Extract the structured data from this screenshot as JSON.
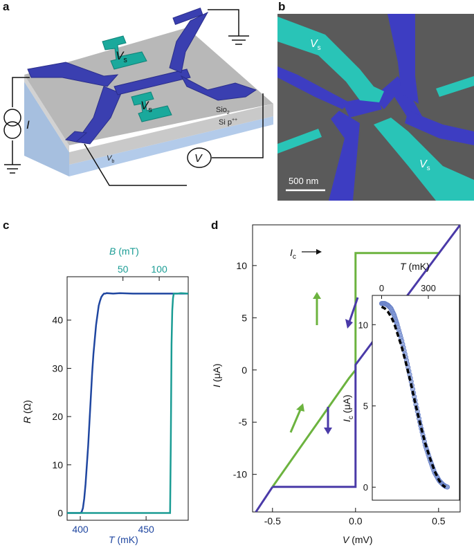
{
  "panels": {
    "a": {
      "letter": "a",
      "labels": {
        "vs_top": "V",
        "vs_top_sub": "s",
        "vs_bottom": "V",
        "vs_bottom_sub": "s",
        "sio2": "Sio",
        "sio2_sub": "2",
        "sip": "Si p",
        "sip_sup": "++",
        "vb": "V",
        "vb_sub": "b",
        "current": "I",
        "voltmeter": "V"
      },
      "colors": {
        "electrode": "#3a3fb0",
        "gate": "#1aa99c",
        "oxide": "#b9b9b9",
        "substrate": "#a9c4e6"
      }
    },
    "b": {
      "letter": "b",
      "labels": {
        "vs_top": "V",
        "vs_top_sub": "s",
        "vs_bottom": "V",
        "vs_bottom_sub": "s",
        "scale_bar": "500 nm"
      },
      "colors": {
        "background": "#5c5c5c",
        "electrode": "#3d3dc2",
        "gate": "#29c4b7"
      }
    },
    "c": {
      "letter": "c",
      "bottom_axis_label_var": "T",
      "bottom_axis_label_unit": " (mK)",
      "top_axis_label_var": "B",
      "top_axis_label_unit": " (mT)",
      "y_axis_label_var": "R",
      "y_axis_label_unit": " (Ω)",
      "colors": {
        "temperature": "#1f46a0",
        "field": "#1a9c94"
      }
    },
    "d": {
      "letter": "d",
      "x_axis_label_var": "V",
      "x_axis_label_unit": " (mV)",
      "y_axis_label_var": "I",
      "y_axis_label_unit": " (μA)",
      "ic_label": "I",
      "ic_label_sub": "c",
      "inset": {
        "x_axis_label_var": "T",
        "x_axis_label_unit": " (mK)",
        "y_axis_label_var": "I",
        "y_axis_label_sub": "c",
        "y_axis_label_unit": " (μA)"
      },
      "colors": {
        "up_sweep": "#6cb33f",
        "down_sweep": "#4a3aa8",
        "inset_data": "#8aa0d8",
        "inset_fit": "#000000"
      }
    }
  },
  "chart_data": [
    {
      "type": "line",
      "panel": "c",
      "x_bottom": {
        "label": "T (mK)",
        "ticks": [
          400,
          450
        ],
        "range": [
          390,
          482
        ]
      },
      "x_top": {
        "label": "B (mT)",
        "ticks": [
          50,
          100
        ],
        "range": [
          -27,
          140
        ]
      },
      "y": {
        "label": "R (Ω)",
        "ticks": [
          0,
          10,
          20,
          30,
          40
        ],
        "range": [
          -1.5,
          49
        ]
      },
      "series": [
        {
          "axis": "bottom",
          "x": [
            390,
            400,
            401,
            402,
            403,
            404,
            405,
            406,
            407,
            408,
            409,
            410,
            411,
            412,
            413,
            414,
            415,
            416,
            417,
            418,
            419,
            420,
            425,
            430,
            440,
            482
          ],
          "y": [
            0,
            0,
            0.2,
            1,
            3,
            6,
            10,
            14,
            19,
            24,
            29,
            33,
            36,
            39,
            41,
            43,
            44,
            44.8,
            45.2,
            45.5,
            45.5,
            45.6,
            45.5,
            45.6,
            45.5,
            45.5
          ]
        },
        {
          "axis": "top",
          "x": [
            -27,
            100,
            110,
            115,
            116,
            117,
            118,
            119,
            120,
            125,
            130,
            140
          ],
          "y": [
            0,
            0,
            0,
            0,
            15,
            35,
            42,
            44.5,
            45.5,
            45.5,
            45.6,
            45.5
          ]
        }
      ]
    },
    {
      "type": "line",
      "panel": "d",
      "x": {
        "label": "V (mV)",
        "ticks": [
          -0.5,
          0.0,
          0.5
        ],
        "range": [
          -0.62,
          0.63
        ]
      },
      "y": {
        "label": "I (μA)",
        "ticks": [
          -10,
          -5,
          0,
          5,
          10
        ],
        "range": [
          -13.6,
          13.9
        ]
      },
      "series": [
        {
          "name": "up",
          "x": [
            -0.5,
            -0.04,
            0,
            0,
            0,
            0.5
          ],
          "y": [
            -11.2,
            -0.8,
            0,
            0.5,
            11.2,
            11.2
          ]
        },
        {
          "name": "down",
          "x": [
            0.63,
            0,
            0,
            0,
            -0.5
          ],
          "y": [
            13.9,
            0.5,
            -0.5,
            -11.2,
            -11.2
          ]
        },
        {
          "name": "down-tail",
          "x": [
            -0.5,
            -0.6
          ],
          "y": [
            -11.2,
            -13.6
          ]
        }
      ]
    },
    {
      "type": "scatter",
      "panel": "d-inset",
      "x": {
        "label": "T (mK)",
        "ticks": [
          0,
          300
        ],
        "range": [
          -60,
          500
        ]
      },
      "y": {
        "label": "Ic (μA)",
        "ticks": [
          0,
          5,
          10
        ],
        "range": [
          -0.8,
          11.8
        ]
      },
      "series": [
        {
          "name": "data",
          "x": [
            0,
            20,
            40,
            60,
            80,
            100,
            130,
            160,
            190,
            220,
            250,
            280,
            310,
            340,
            370,
            395,
            410,
            425
          ],
          "y": [
            11.3,
            11.3,
            11.2,
            11.0,
            10.6,
            10.0,
            9.0,
            7.8,
            6.5,
            5.1,
            3.8,
            2.6,
            1.7,
            0.9,
            0.4,
            0.15,
            0.05,
            0
          ]
        },
        {
          "name": "fit",
          "x": [
            0,
            20,
            40,
            60,
            80,
            100,
            130,
            160,
            190,
            220,
            250,
            280,
            310,
            340,
            370,
            395,
            410
          ],
          "y": [
            11.1,
            11.0,
            10.8,
            10.5,
            10.1,
            9.5,
            8.6,
            7.5,
            6.3,
            5.0,
            3.8,
            2.7,
            1.8,
            1.0,
            0.4,
            0.1,
            0
          ]
        }
      ]
    }
  ]
}
